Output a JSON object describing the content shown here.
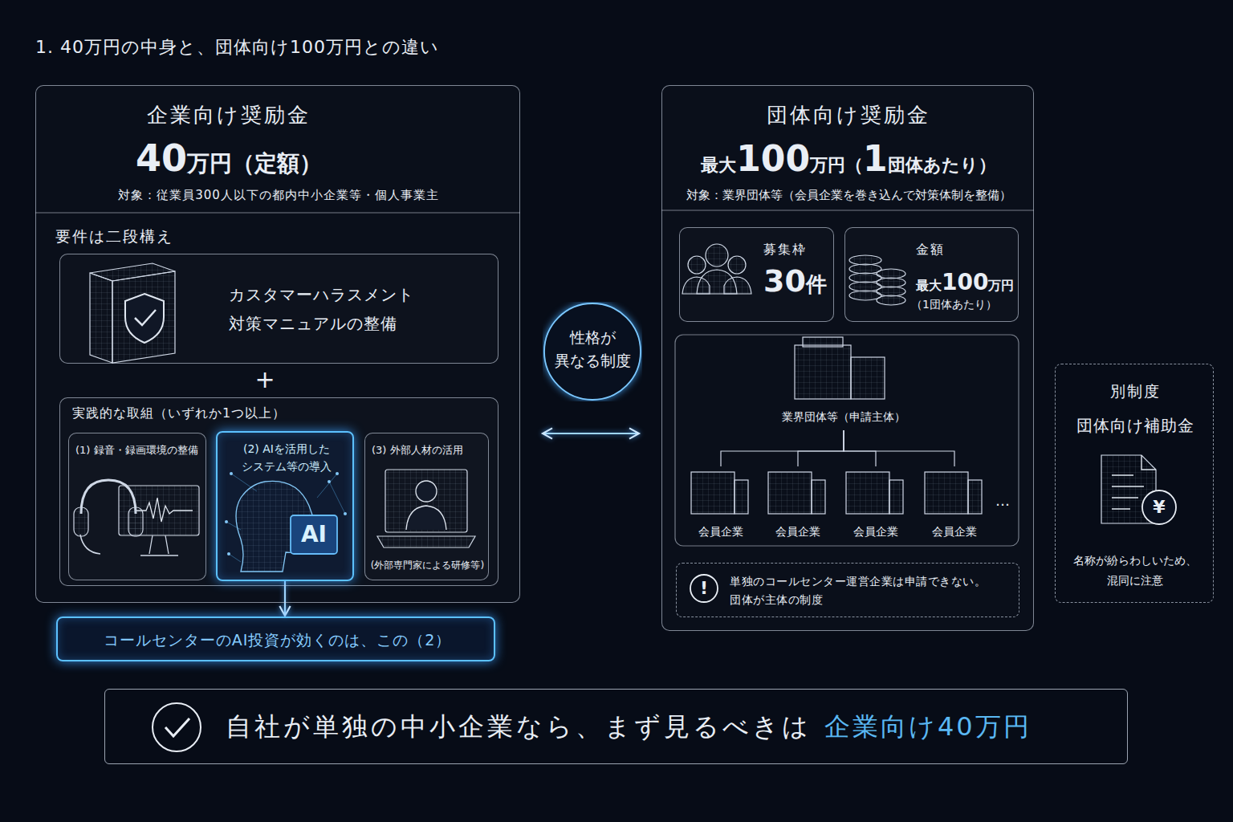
{
  "diagram": {
    "title": "1. 40万円の中身と、団体向け100万円との違い",
    "nodes": [
      {
        "text": [
          "企業向け奨励金",
          "40万円（定額）",
          "対象：従業員300人以下の都内中小企業等・個人事業主",
          "要件は二段構え"
        ]
      },
      {
        "text": [
          "カスタマーハラスメント 対策マニュアルの整備"
        ],
        "in": 0
      },
      {
        "text": [
          "実践的な取組（いずれか1つ以上）"
        ],
        "in": 0
      },
      {
        "text": [
          "(1) 録音・録画環境の整備"
        ],
        "in": 2
      },
      {
        "text": [
          "(2) AIを活用した システム等の導入"
        ],
        "in": 2
      },
      {
        "text": [
          "(3) 外部人材の活用",
          "(外部専門家による研修等)"
        ],
        "in": 2
      },
      {
        "text": [
          "コールセンターのAI投資が効くのは、この（2）"
        ]
      },
      {
        "text": [
          "性格が 異なる制度"
        ]
      },
      {
        "text": [
          "団体向け奨励金",
          "最大100万円（1団体あたり）",
          "対象：業界団体等（会員企業を巻き込んで対策体制を整備）"
        ]
      },
      {
        "text": [
          "募集枠",
          "30件"
        ],
        "in": 8
      },
      {
        "text": [
          "金額",
          "最大100万円",
          "（1団体あたり）"
        ],
        "in": 8
      },
      {
        "text": [
          "業界団体等（申請主体）"
        ],
        "in": 8
      },
      {
        "text": [
          "会員企業"
        ],
        "in": 8
      },
      {
        "text": [
          "会員企業"
        ],
        "in": 8
      },
      {
        "text": [
          "会員企業"
        ],
        "in": 8
      },
      {
        "text": [
          "会員企業"
        ],
        "in": 8
      },
      {
        "text": [
          "単独のコールセンター運営企業は申請できない。 団体が主体の制度"
        ],
        "in": 8
      },
      {
        "text": [
          "別制度",
          "団体向け補助金",
          "名称が紛らわしいため、 混同に注意"
        ]
      },
      {
        "text": [
          "自社が単独の中小企業なら、まず見るべきは",
          "企業向け40万円"
        ]
      }
    ],
    "edges": [
      {
        "from": 4,
        "to": 6,
        "arrow": "to"
      },
      {
        "from": 0,
        "to": 8,
        "arrow": "both"
      },
      {
        "from": 11,
        "to": 12,
        "arrow": "none"
      },
      {
        "from": 11,
        "to": 13,
        "arrow": "none"
      },
      {
        "from": 11,
        "to": 14,
        "arrow": "none"
      },
      {
        "from": 11,
        "to": 15,
        "arrow": "none"
      }
    ],
    "labels": [
      "+",
      "AI",
      "…",
      "!",
      "¥"
    ]
  }
}
